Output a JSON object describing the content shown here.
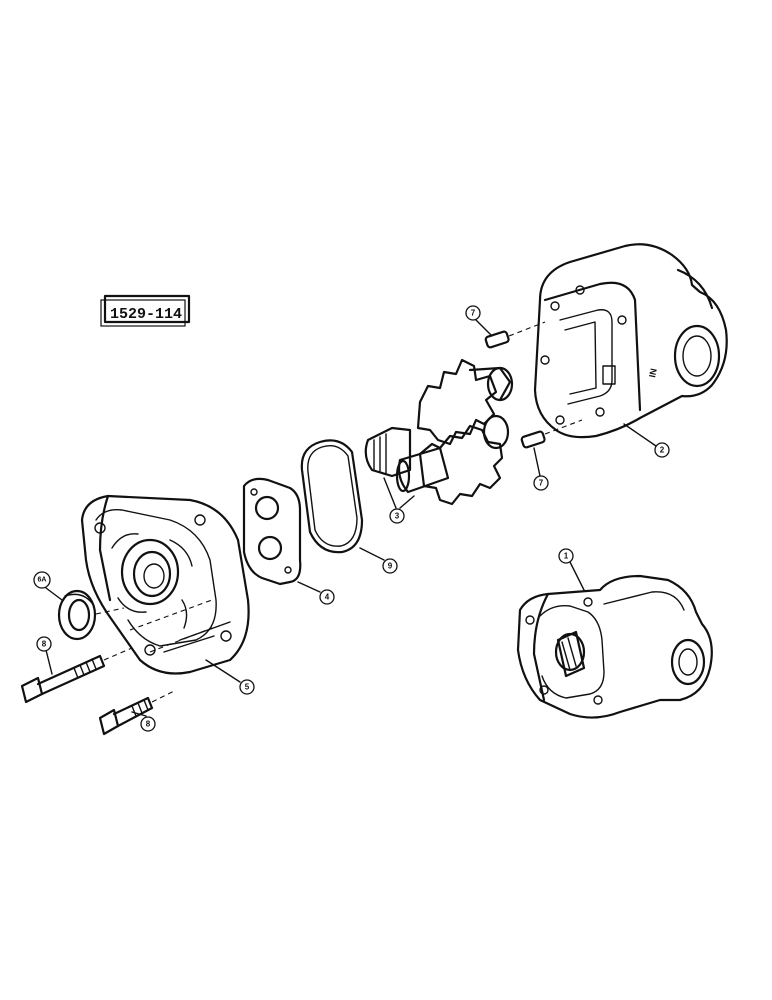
{
  "figure": {
    "plate_number": "1529-114",
    "port_marking": "IN"
  },
  "callouts": [
    {
      "id": "c7-top",
      "label": "7"
    },
    {
      "id": "c2",
      "label": "2"
    },
    {
      "id": "c7-bottom",
      "label": "7"
    },
    {
      "id": "c3",
      "label": "3"
    },
    {
      "id": "c9",
      "label": "9"
    },
    {
      "id": "c4",
      "label": "4"
    },
    {
      "id": "c6a",
      "label": "6A"
    },
    {
      "id": "c8-long",
      "label": "8"
    },
    {
      "id": "c8-short",
      "label": "8"
    },
    {
      "id": "c5",
      "label": "5"
    },
    {
      "id": "c1",
      "label": "1"
    }
  ]
}
